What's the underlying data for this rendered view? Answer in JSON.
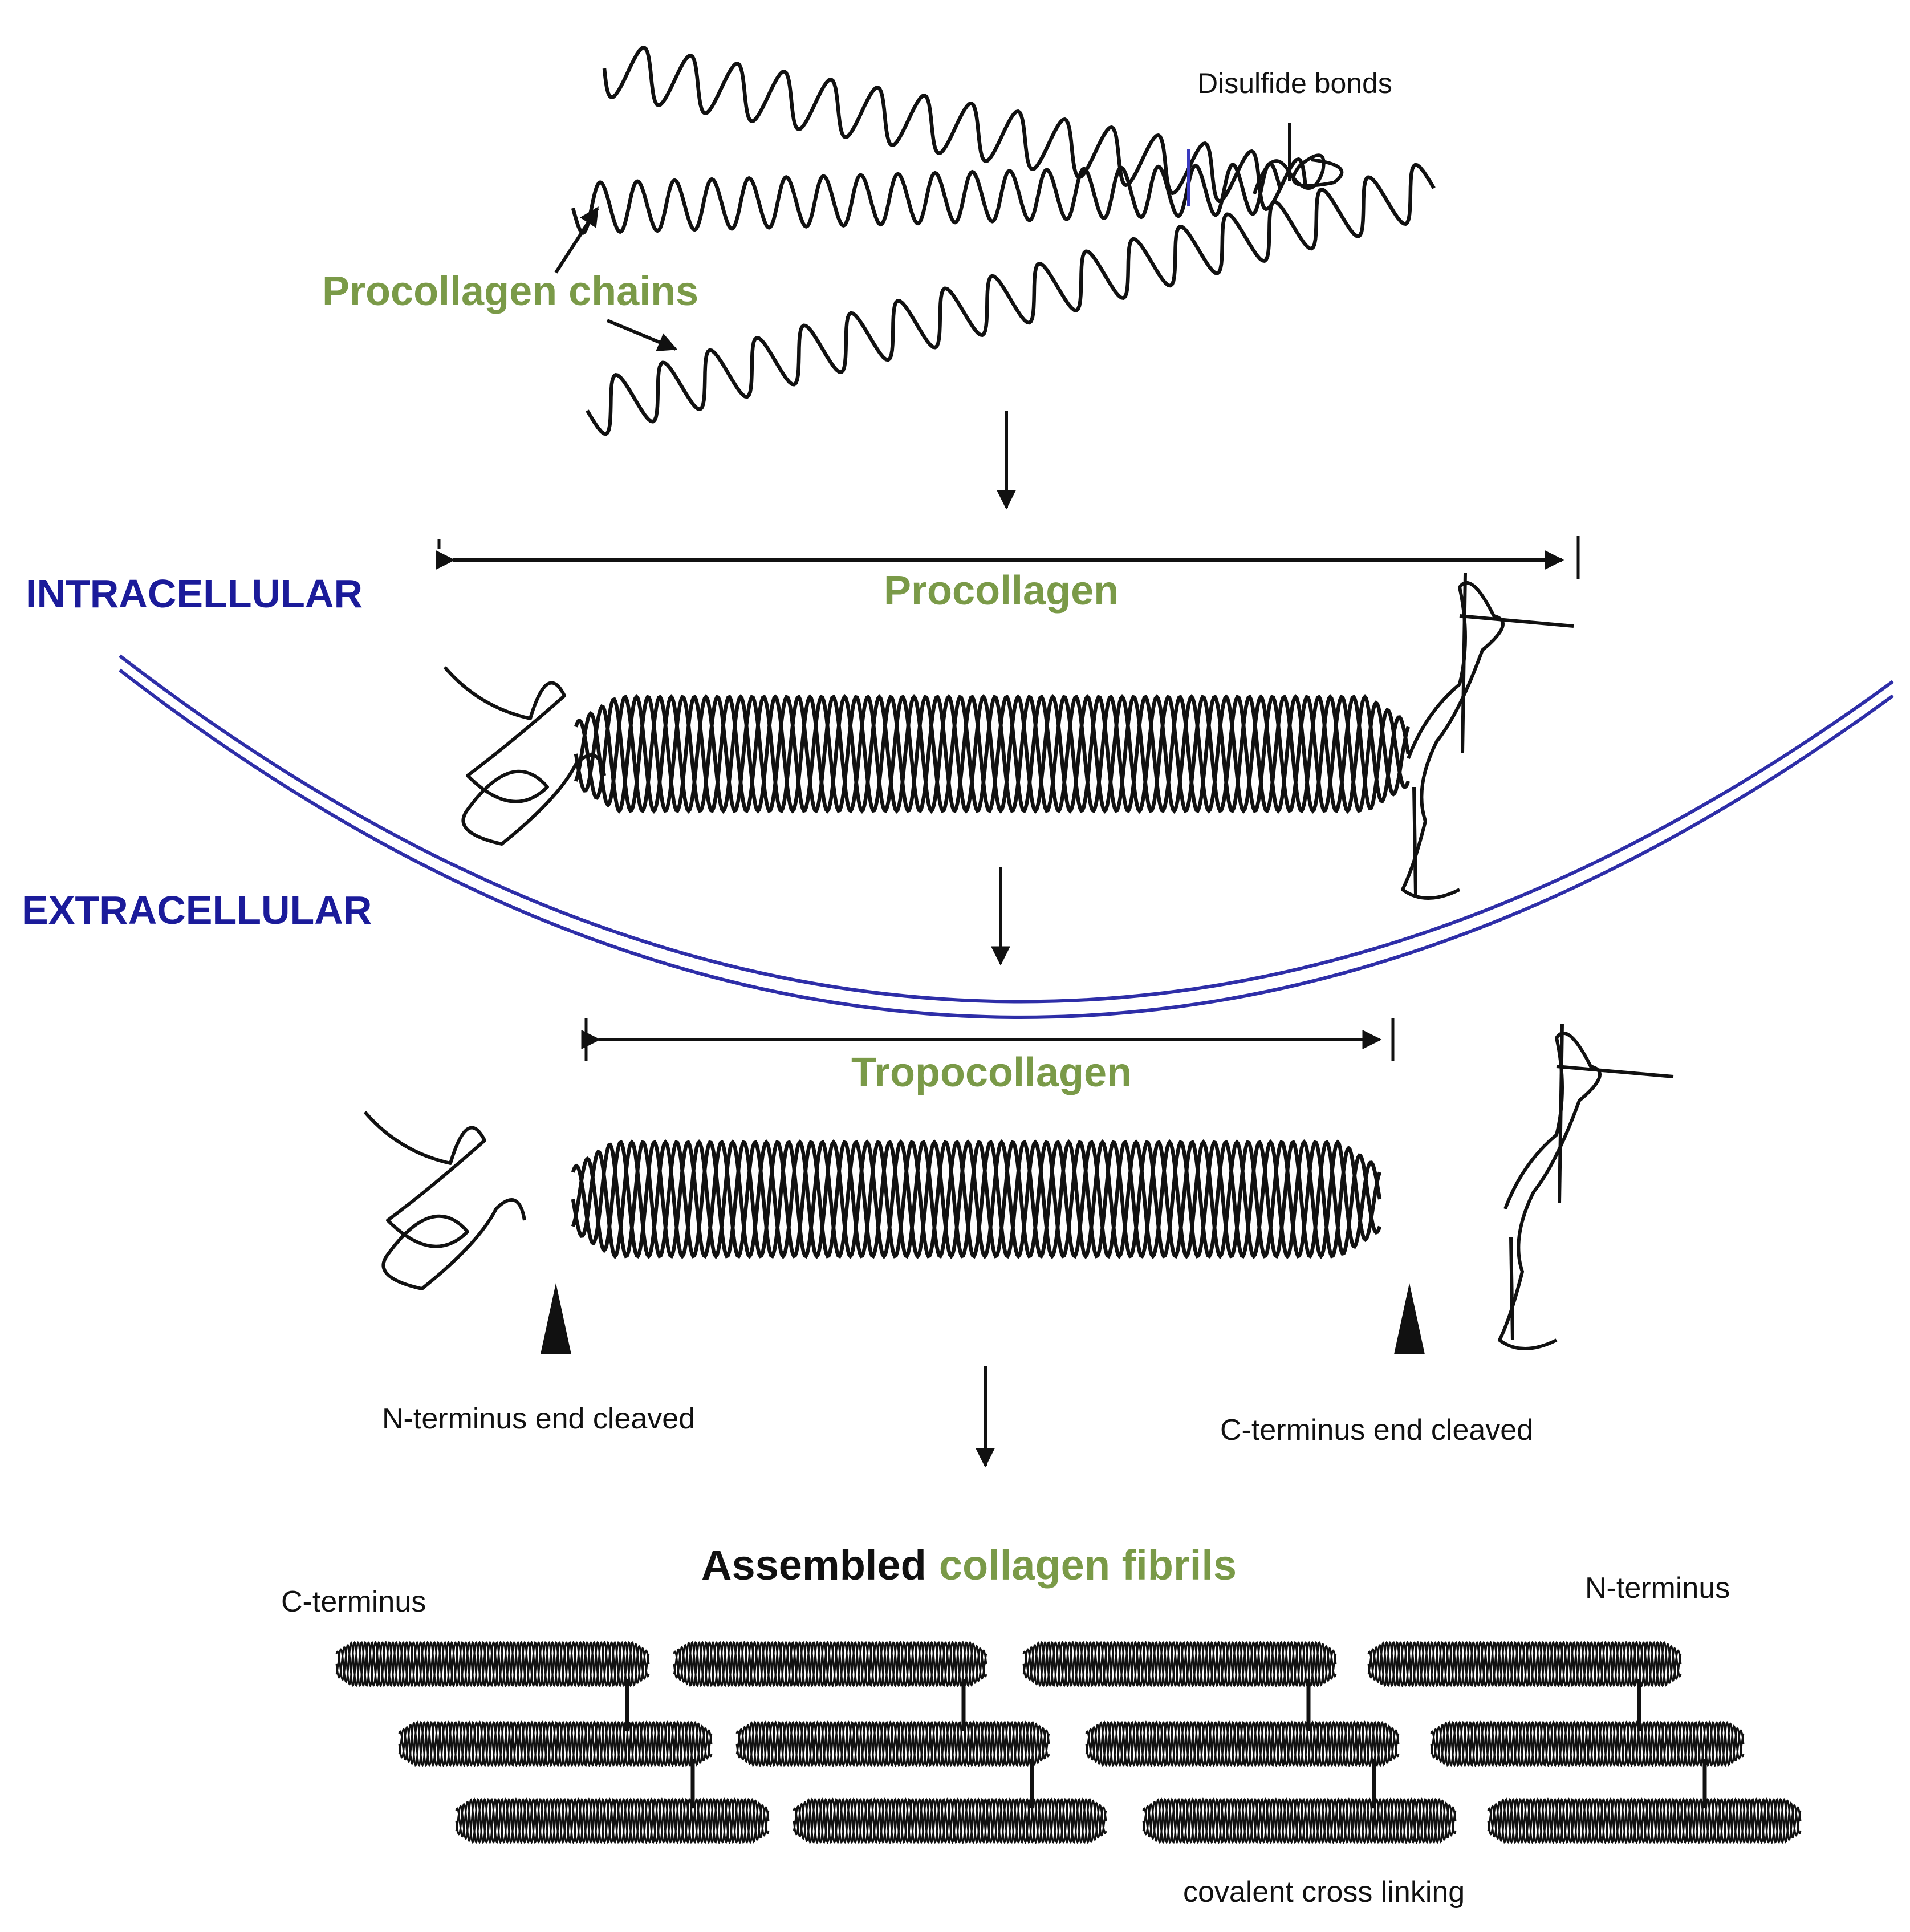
{
  "colors": {
    "ink": "#111111",
    "green": "#7A9A48",
    "navy": "#1B1B9A",
    "membrane": "#2E2EA8",
    "bond": "#3A3AC0"
  },
  "labels": {
    "disulfide_bonds": "Disulfide bonds",
    "procollagen_chains": "Procollagen chains",
    "intracellular": "INTRACELLULAR",
    "procollagen": "Procollagen",
    "extracellular": "EXTRACELLULAR",
    "tropocollagen": "Tropocollagen",
    "n_terminus_cleaved": "N-terminus end cleaved",
    "c_terminus_cleaved": "C-terminus end cleaved",
    "assembled_prefix": "Assembled",
    "assembled_suffix": "collagen fibrils",
    "c_terminus": "C-terminus",
    "n_terminus": "N-terminus",
    "cross_linking": "covalent cross linking"
  }
}
